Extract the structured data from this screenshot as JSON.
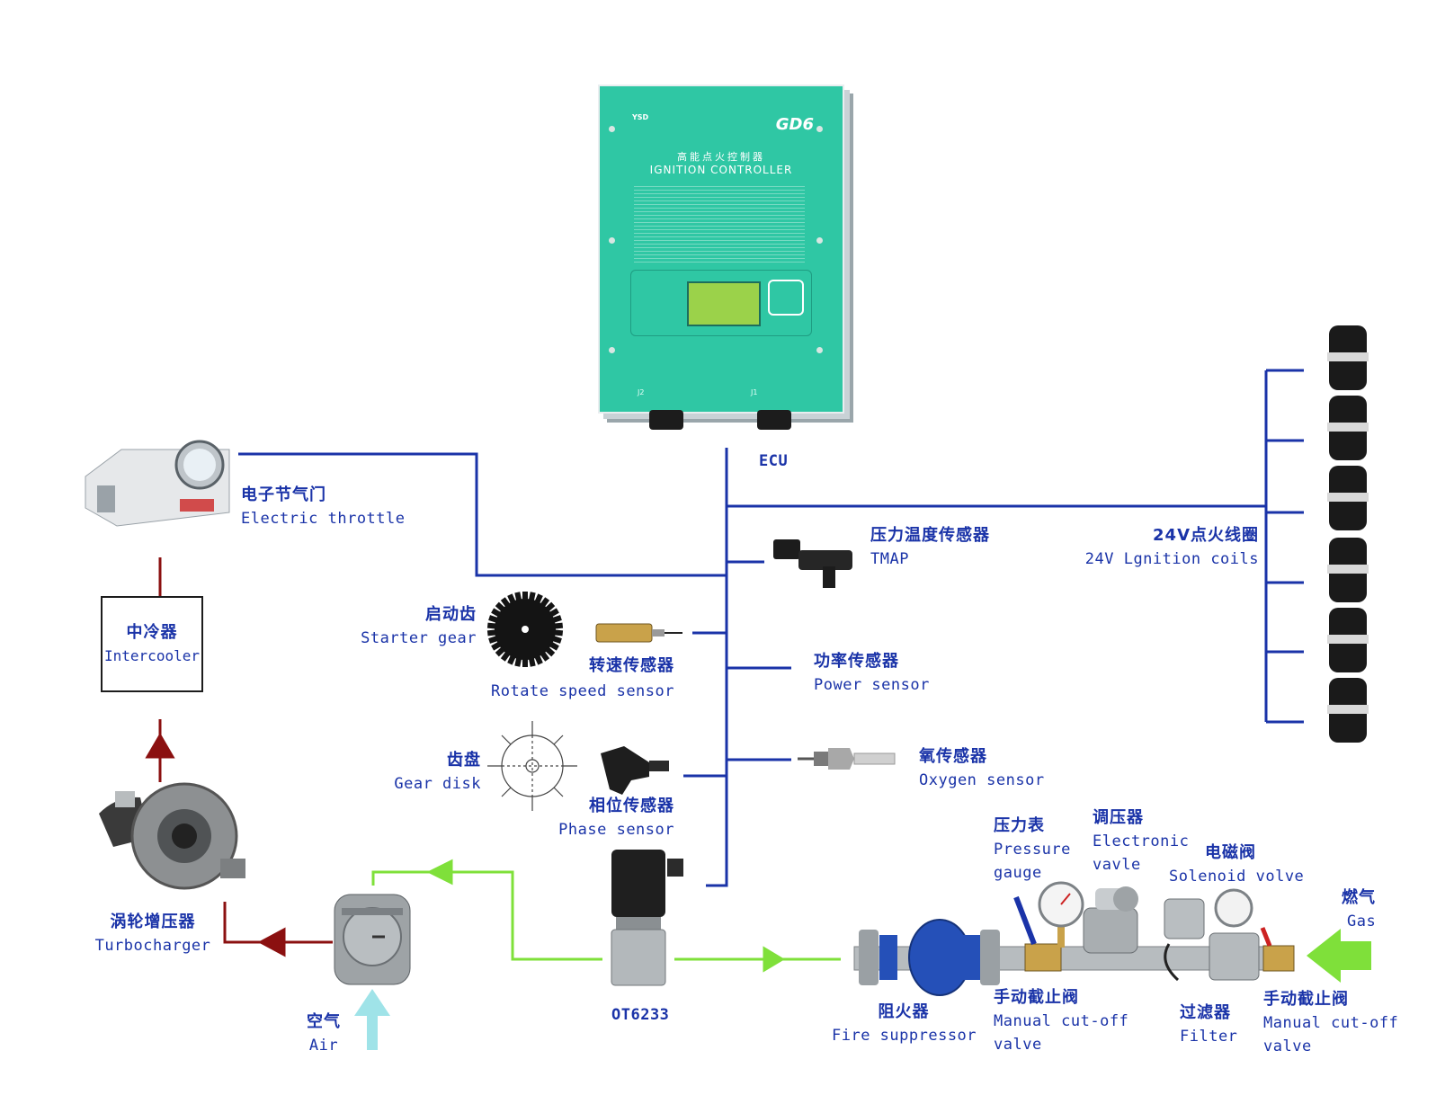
{
  "ecu": {
    "brand": "GD6",
    "title_zh": "高能点火控制器",
    "title_en": "IGNITION CONTROLLER",
    "logo": "YSD",
    "connector_j2": "J2",
    "connector_j1": "J1",
    "label": "ECU"
  },
  "components": {
    "electric_throttle": {
      "zh": "电子节气门",
      "en": "Electric throttle"
    },
    "intercooler": {
      "zh": "中冷器",
      "en": "Intercooler"
    },
    "turbocharger": {
      "zh": "涡轮增压器",
      "en": "Turbocharger"
    },
    "air": {
      "zh": "空气",
      "en": "Air"
    },
    "mixer": {
      "label": "OT6233"
    },
    "starter_gear": {
      "zh": "启动齿",
      "en": "Starter gear"
    },
    "rotate_speed_sensor": {
      "zh": "转速传感器",
      "en": "Rotate speed sensor"
    },
    "gear_disk": {
      "zh": "齿盘",
      "en": "Gear disk"
    },
    "phase_sensor": {
      "zh": "相位传感器",
      "en": "Phase sensor"
    },
    "tmap": {
      "zh": "压力温度传感器",
      "en": "TMAP"
    },
    "power_sensor": {
      "zh": "功率传感器",
      "en": "Power sensor"
    },
    "oxygen_sensor": {
      "zh": "氧传感器",
      "en": "Oxygen sensor"
    },
    "ignition_coils": {
      "zh": "24V点火线圈",
      "en": "24V Lgnition coils"
    },
    "pressure_gauge": {
      "zh": "压力表",
      "en1": "Pressure",
      "en2": "gauge"
    },
    "electronic_valve": {
      "zh": "调压器",
      "en1": "Electronic",
      "en2": "vavle"
    },
    "solenoid_valve": {
      "zh": "电磁阀",
      "en": "Solenoid volve"
    },
    "gas": {
      "zh": "燃气",
      "en": "Gas"
    },
    "fire_suppressor": {
      "zh": "阻火器",
      "en": "Fire suppressor"
    },
    "manual_valve_1": {
      "zh": "手动截止阀",
      "en1": "Manual cut-off",
      "en2": "valve"
    },
    "filter": {
      "zh": "过滤器",
      "en": "Filter"
    },
    "manual_valve_2": {
      "zh": "手动截止阀",
      "en1": "Manual cut-off",
      "en2": "valve"
    }
  },
  "colors": {
    "signal_wire": "#1a33a8",
    "gas_line": "#7fe03a",
    "air_line": "#8b1010",
    "air_inlet": "#9fe3e8",
    "ecu_panel": "#2fc7a4"
  }
}
